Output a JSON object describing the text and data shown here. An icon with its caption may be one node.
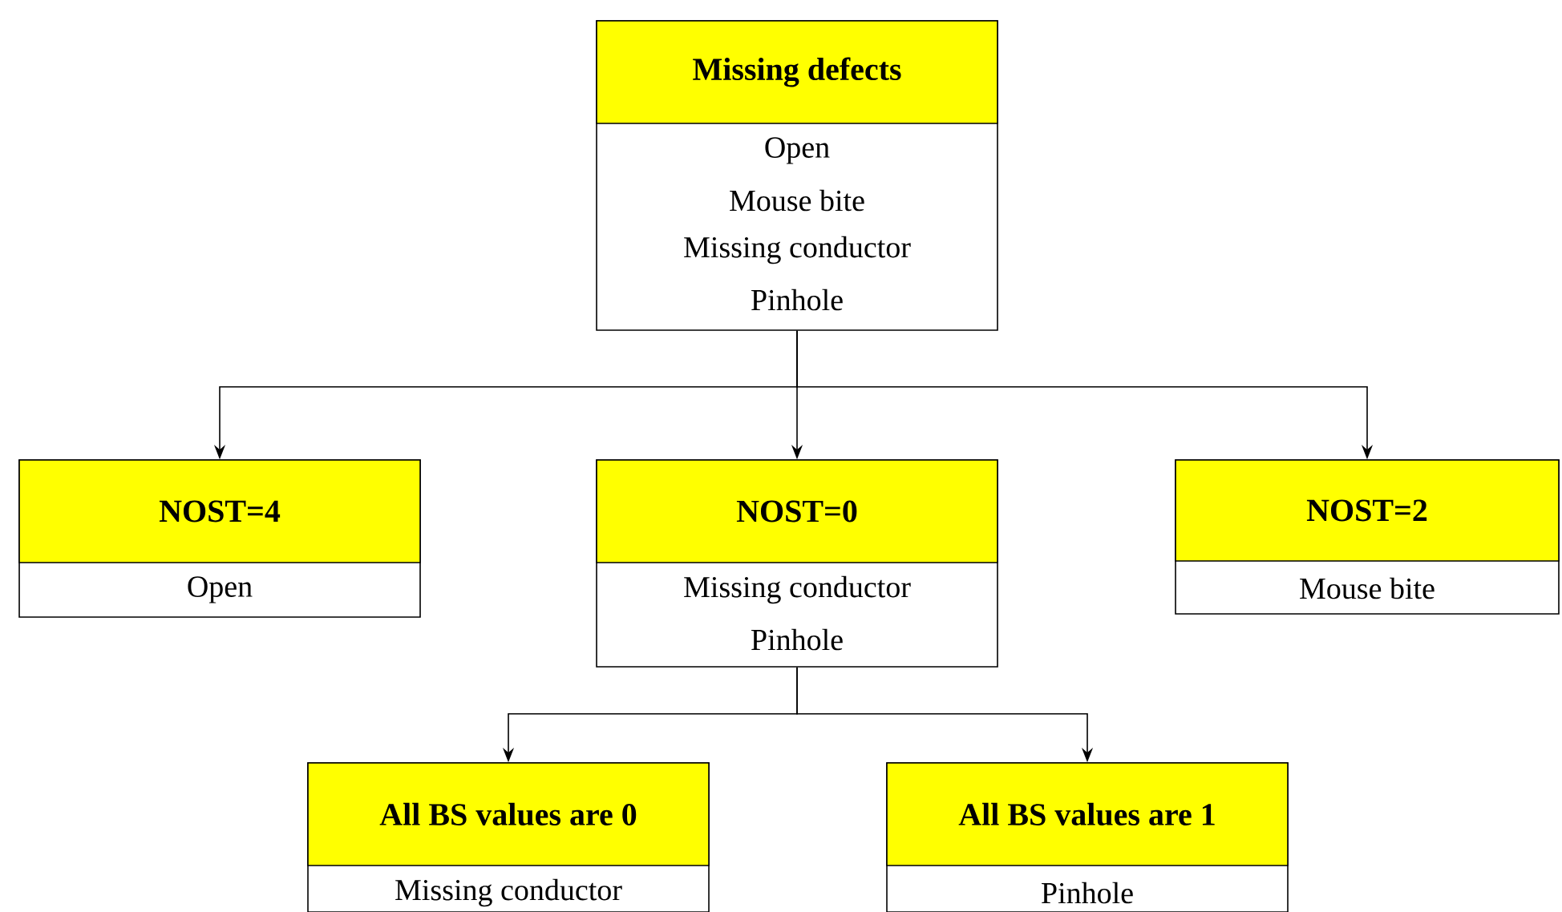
{
  "diagram": {
    "nodes": [
      {
        "text": [
          "Missing defects",
          "Open",
          "Mouse bite",
          "Missing conductor",
          "Pinhole"
        ]
      },
      {
        "text": [
          "NOST=4",
          "Open"
        ]
      },
      {
        "text": [
          "NOST=0",
          "Missing conductor",
          "Pinhole"
        ]
      },
      {
        "text": [
          "NOST=2",
          "Mouse bite"
        ]
      },
      {
        "text": [
          "All BS values are 0",
          "Missing conductor"
        ]
      },
      {
        "text": [
          "All BS values are 1",
          "Pinhole"
        ]
      }
    ],
    "edges": [
      {
        "from": 0,
        "to": 1,
        "arrow": "to"
      },
      {
        "from": 0,
        "to": 2,
        "arrow": "to"
      },
      {
        "from": 0,
        "to": 3,
        "arrow": "to"
      },
      {
        "from": 2,
        "to": 4,
        "arrow": "to"
      },
      {
        "from": 2,
        "to": 5,
        "arrow": "to"
      }
    ]
  }
}
